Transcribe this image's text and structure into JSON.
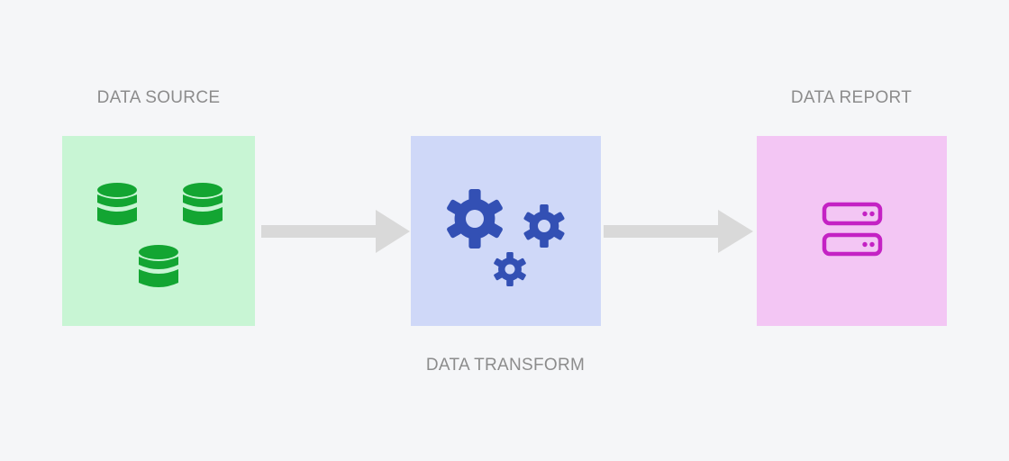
{
  "nodes": [
    {
      "id": "source",
      "label": "DATA SOURCE",
      "icon": "database-icon",
      "box_color": "#c8f5d4",
      "icon_color": "#13a532"
    },
    {
      "id": "transform",
      "label": "DATA TRANSFORM",
      "icon": "gear-icon",
      "box_color": "#cfd8f8",
      "icon_color": "#3350b4"
    },
    {
      "id": "report",
      "label": "DATA REPORT",
      "icon": "server-icon",
      "box_color": "#f3c6f4",
      "icon_color": "#c422c4"
    }
  ],
  "edges": [
    {
      "from": "source",
      "to": "transform"
    },
    {
      "from": "transform",
      "to": "report"
    }
  ],
  "arrow_color": "#d9d9d9"
}
